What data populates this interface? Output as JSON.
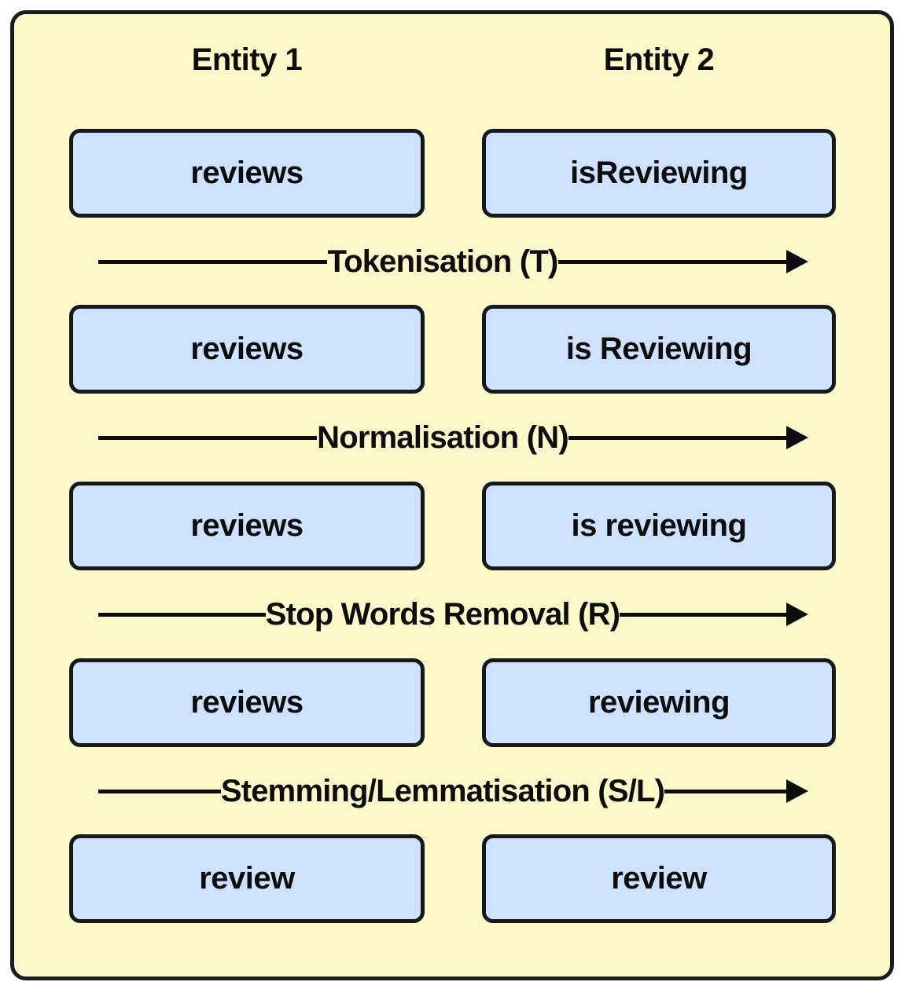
{
  "diagram": {
    "title_columns": [
      "Entity 1",
      "Entity 2"
    ],
    "background_color": "#fbf8ca",
    "box_fill_color": "#cfe2fd",
    "border_color": "#17181a"
  },
  "headers": {
    "entity1": "Entity 1",
    "entity2": "Entity 2"
  },
  "rows": [
    {
      "entity1": "reviews",
      "entity2": "isReviewing"
    },
    {
      "entity1": "reviews",
      "entity2": "is Reviewing"
    },
    {
      "entity1": "reviews",
      "entity2": "is reviewing"
    },
    {
      "entity1": "reviews",
      "entity2": "reviewing"
    },
    {
      "entity1": "review",
      "entity2": "review"
    }
  ],
  "arrows": [
    {
      "label": "Tokenisation (T)"
    },
    {
      "label": "Normalisation (N)"
    },
    {
      "label": "Stop Words Removal (R)"
    },
    {
      "label": "Stemming/Lemmatisation (S/L)"
    }
  ]
}
